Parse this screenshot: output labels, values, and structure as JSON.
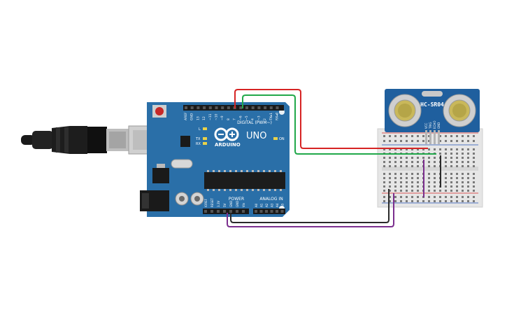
{
  "canvas": {
    "background": "#ffffff"
  },
  "arduino": {
    "brand_text": "ARDUINO",
    "model_text": "UNO",
    "digital_header_label": "DIGITAL (PWM~)",
    "power_label": "POWER",
    "analog_label": "ANALOG IN",
    "on_label": "ON",
    "tx_label": "TX",
    "rx_label": "RX",
    "l_label": "L",
    "top_pin_labels": [
      "AREF",
      "GND",
      "13",
      "12",
      "~11",
      "~10",
      "~9",
      "8",
      "7",
      "~6",
      "~5",
      "4",
      "~3",
      "2",
      "TX▸1",
      "RX◂0"
    ],
    "power_pin_labels": [
      "IOREF",
      "RESET",
      "3.3V",
      "5V",
      "GND",
      "GND",
      "Vin"
    ],
    "analog_pin_labels": [
      "A0",
      "A1",
      "A2",
      "A3",
      "A4",
      "A5"
    ],
    "board_color": "#2a6fa8",
    "icons": [
      "infinity-logo-icon",
      "reset-button-icon",
      "usb-connector-icon",
      "power-jack-icon"
    ]
  },
  "sensor": {
    "label": "HC-SR04",
    "pin_labels": [
      "VCC",
      "TRIG",
      "ECHO",
      "GND"
    ],
    "board_color": "#1f5f9e"
  },
  "wires": [
    {
      "name": "trig-wire",
      "color": "#d62424"
    },
    {
      "name": "echo-wire",
      "color": "#21a84a"
    },
    {
      "name": "gnd-wire",
      "color": "#2a2a2a"
    },
    {
      "name": "vcc-wire",
      "color": "#7b2e8e"
    }
  ]
}
